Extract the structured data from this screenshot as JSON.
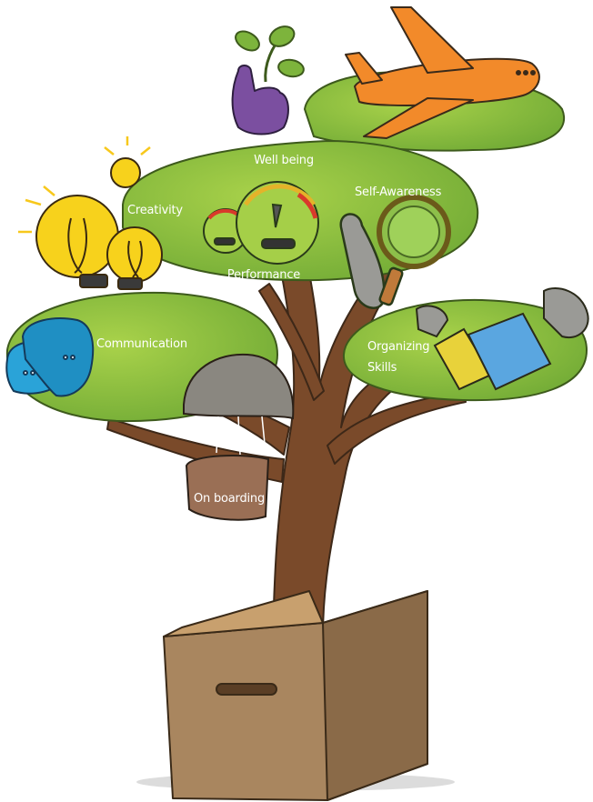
{
  "labels": {
    "well_being": "Well being",
    "creativity": "Creativity",
    "self_awareness": "Self-Awareness",
    "performance": "Performance",
    "communication": "Communication",
    "organizing_1": "Organizing",
    "organizing_2": "Skills",
    "on_boarding": "On boarding"
  },
  "colors": {
    "foliage_light": "#9cc83f",
    "foliage_dark": "#6fa73a",
    "trunk": "#7a4a2a",
    "box": "#a9865f",
    "box_dark": "#8a6a48",
    "airplane": "#f28a2a",
    "hand": "#7b4fa0",
    "bulb": "#f7d21c",
    "chat": "#1f8fc3",
    "magnifier": "#8dbf4a",
    "folder_blue": "#5aa6e0",
    "folder_yellow": "#e8d23a",
    "parachute": "#8a8780",
    "crate": "#9a6f55"
  },
  "icons": [
    "sprout-hand-icon",
    "airplane-icon",
    "lightbulb-icon",
    "gauge-icon",
    "magnifier-icon",
    "chat-bubbles-icon",
    "folders-icon",
    "parachute-crate-icon",
    "cardboard-box-icon"
  ]
}
